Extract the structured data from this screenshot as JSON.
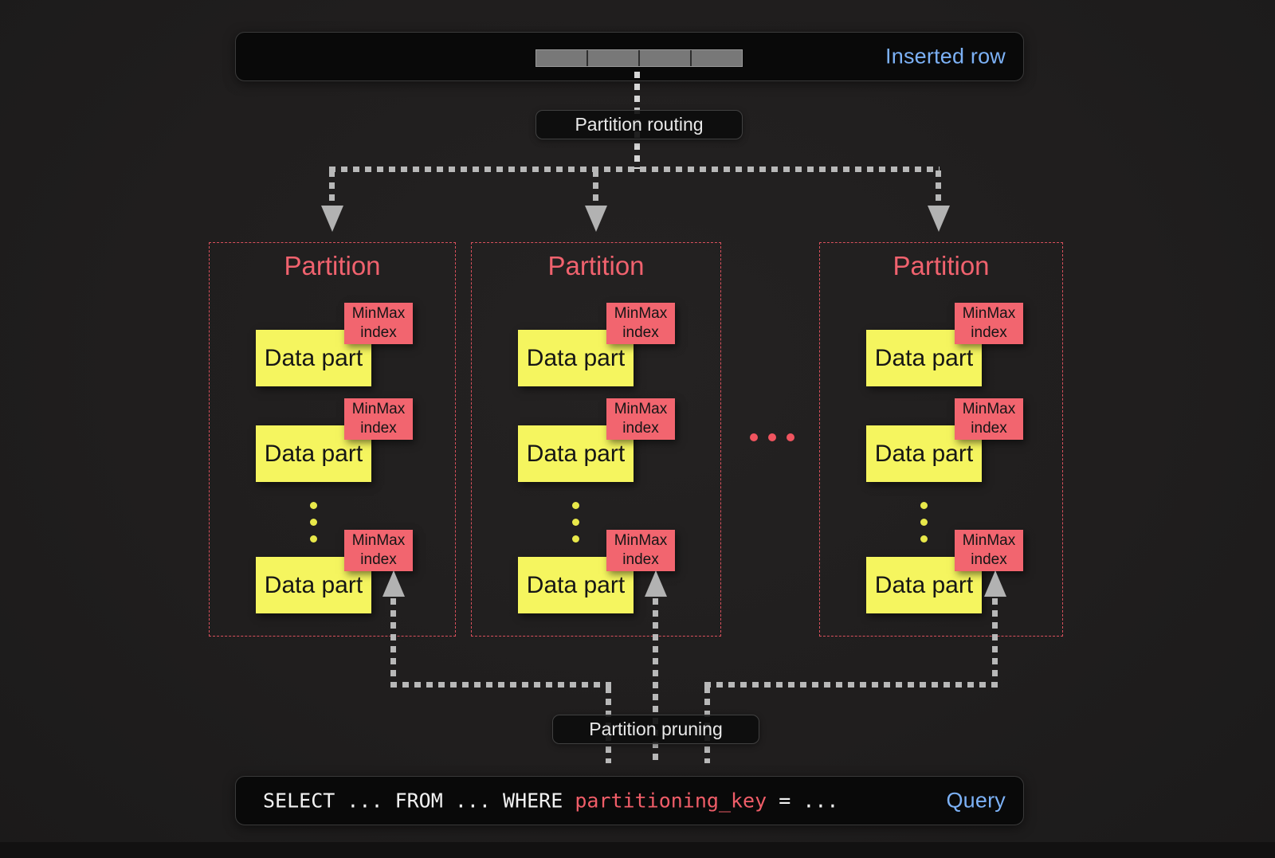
{
  "inserted_row_bar": {
    "label": "Inserted row",
    "cell_count": 4
  },
  "routing_label": "Partition routing",
  "pruning_label": "Partition pruning",
  "partitions": [
    {
      "title": "Partition",
      "parts": [
        {
          "label": "Data part",
          "index_label": "MinMax index"
        },
        {
          "label": "Data part",
          "index_label": "MinMax index"
        },
        {
          "label": "Data part",
          "index_label": "MinMax index"
        }
      ]
    },
    {
      "title": "Partition",
      "parts": [
        {
          "label": "Data part",
          "index_label": "MinMax index"
        },
        {
          "label": "Data part",
          "index_label": "MinMax index"
        },
        {
          "label": "Data part",
          "index_label": "MinMax index"
        }
      ]
    },
    {
      "title": "Partition",
      "parts": [
        {
          "label": "Data part",
          "index_label": "MinMax index"
        },
        {
          "label": "Data part",
          "index_label": "MinMax index"
        },
        {
          "label": "Data part",
          "index_label": "MinMax index"
        }
      ]
    }
  ],
  "query_bar": {
    "code_segments": [
      {
        "text": "SELECT ... FROM ... WHERE ",
        "style": "plain"
      },
      {
        "text": "partitioning_key",
        "style": "highlight"
      },
      {
        "text": " = ...",
        "style": "plain"
      }
    ],
    "label": "Query"
  },
  "colors": {
    "background": "#201e1e",
    "bar_background": "#090909",
    "accent_blue": "#7cb1f6",
    "accent_salmon": "#f2656f",
    "accent_yellow": "#f5f55f",
    "line_gray": "#b8b8b8",
    "partition_border": "#d9505c"
  }
}
